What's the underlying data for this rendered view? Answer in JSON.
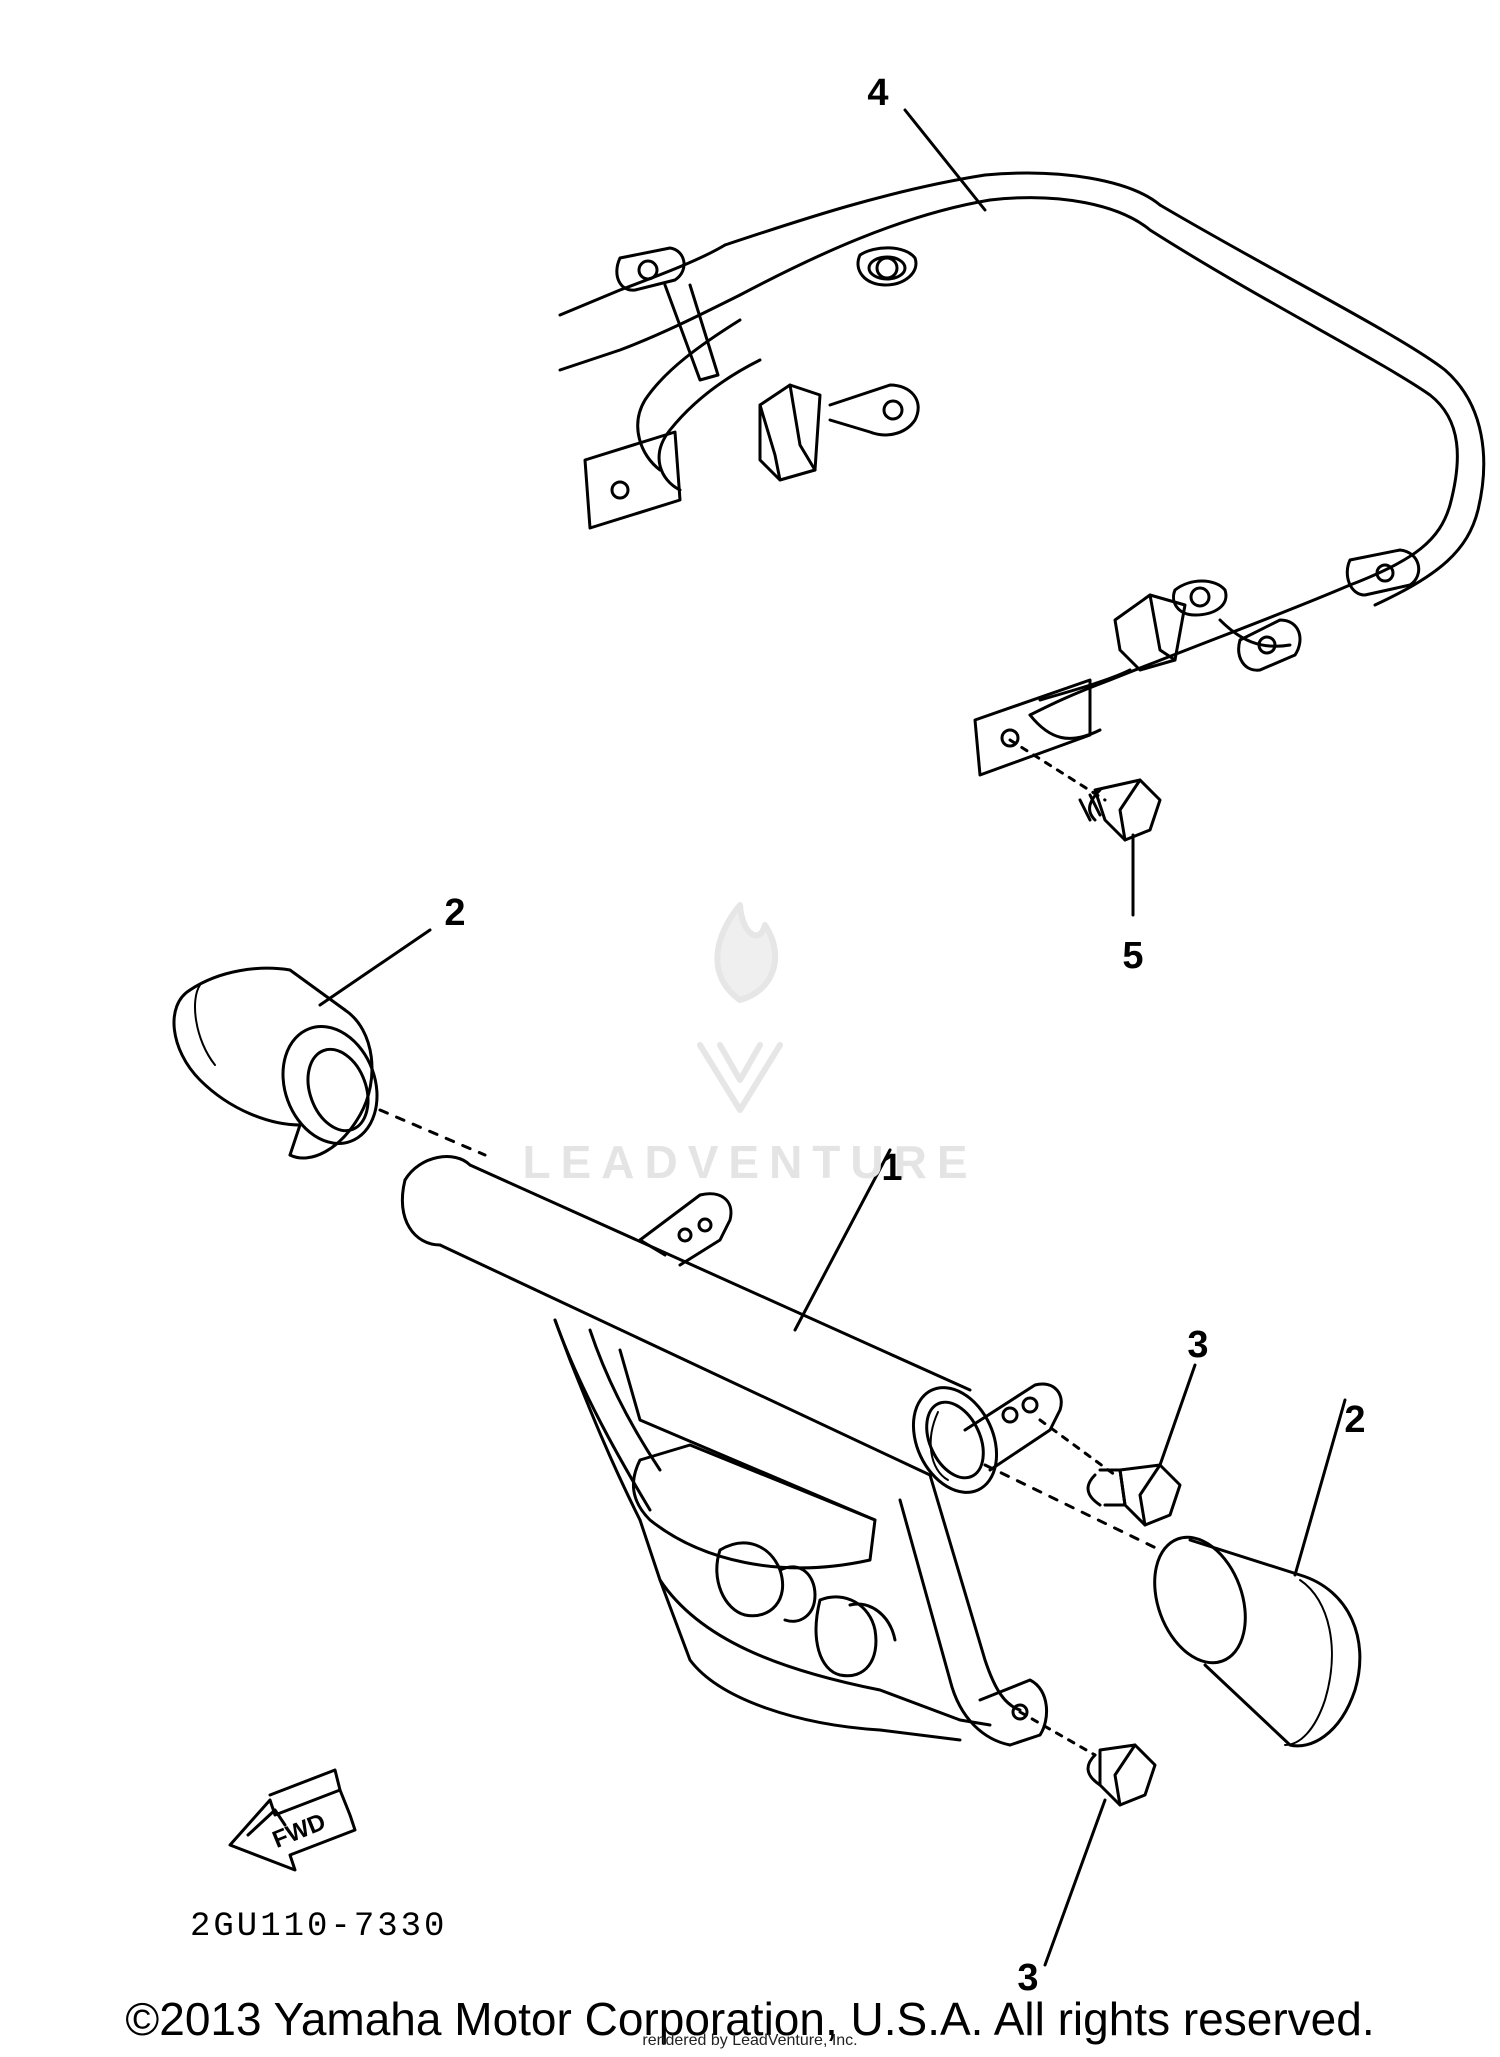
{
  "diagram": {
    "callouts": [
      {
        "id": "4",
        "label": "4"
      },
      {
        "id": "5",
        "label": "5"
      },
      {
        "id": "2a",
        "label": "2"
      },
      {
        "id": "1",
        "label": "1"
      },
      {
        "id": "3a",
        "label": "3"
      },
      {
        "id": "2b",
        "label": "2"
      },
      {
        "id": "3b",
        "label": "3"
      }
    ],
    "fwd_label": "FWD",
    "drawing_code": "2GU110-7330",
    "watermark": "LEADVENTURE"
  },
  "footer": {
    "copyright": "©2013 Yamaha Motor Corporation, U.S.A. All rights reserved.",
    "render_note": "rendered by LeadVenture, Inc."
  },
  "colors": {
    "line": "#000000",
    "background": "#ffffff",
    "watermark": "#e4e4e4"
  }
}
